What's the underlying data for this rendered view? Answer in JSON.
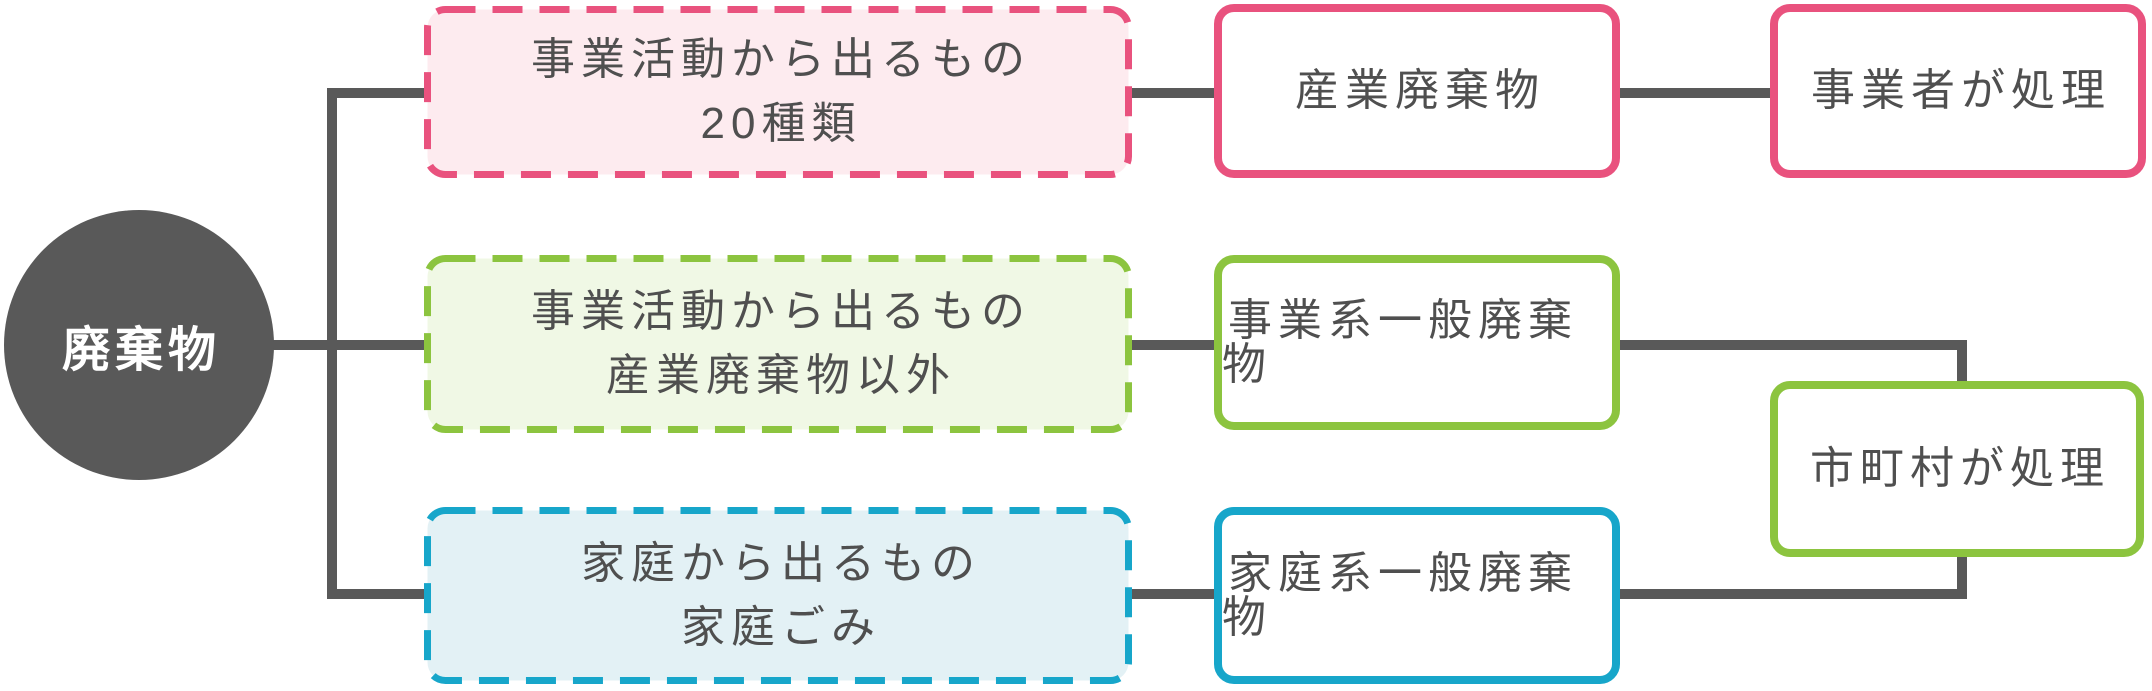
{
  "colors": {
    "line": "#595959",
    "circle_fill": "#595959",
    "circle_text": "#ffffff",
    "text": "#4f4f4f",
    "pink_border": "#e9527e",
    "pink_fill": "#fdebef",
    "green_border": "#8cc43f",
    "green_fill": "#f0f8e5",
    "blue_border": "#17a6ca",
    "blue_fill": "#e3f1f5"
  },
  "root": {
    "label": "廃棄物"
  },
  "branches": [
    {
      "category_line1": "事業活動から出るもの",
      "category_line2": "20種類",
      "classification": "産業廃棄物"
    },
    {
      "category_line1": "事業活動から出るもの",
      "category_line2": "産業廃棄物以外",
      "classification": "事業系一般廃棄物"
    },
    {
      "category_line1": "家庭から出るもの",
      "category_line2": "家庭ごみ",
      "classification": "家庭系一般廃棄物"
    }
  ],
  "handlers": [
    {
      "label": "事業者が処理"
    },
    {
      "label": "市町村が処理"
    }
  ]
}
